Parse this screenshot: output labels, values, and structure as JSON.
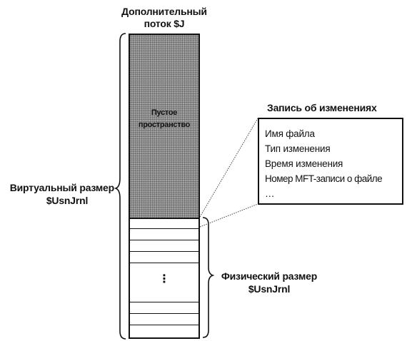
{
  "stream_title": {
    "line1": "Дополнительный",
    "line2": "поток $J"
  },
  "empty_space": {
    "line1": "Пустое",
    "line2": "пространство"
  },
  "column_ellipsis": "⋮",
  "virtual_size": {
    "line1": "Виртуальный размер",
    "line2": "$UsnJrnl"
  },
  "physical_size": {
    "line1": "Физический размер",
    "line2": "$UsnJrnl"
  },
  "change_record": {
    "title": "Запись об изменениях",
    "fields": [
      "Имя файла",
      "Тип изменения",
      "Время изменения",
      "Номер MFT-записи о файле",
      "…"
    ]
  }
}
